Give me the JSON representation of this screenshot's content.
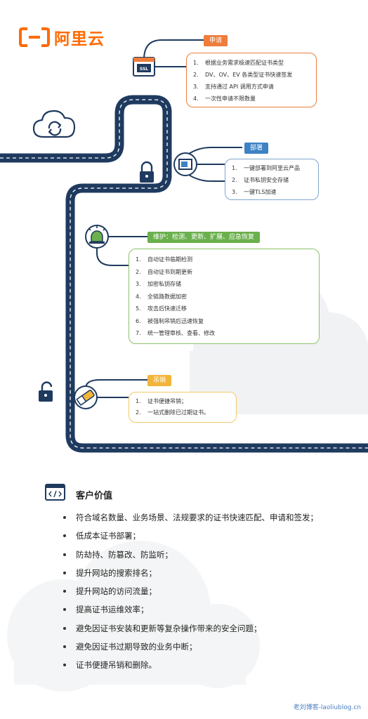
{
  "brand": {
    "logo_text": "阿里云"
  },
  "steps": {
    "apply": {
      "tag": "申请",
      "tag_color": "#ef7d3c",
      "border_color": "#ef7d3c",
      "items": [
        {
          "num": "1.",
          "text": "根据业务需求极速匹配证书类型"
        },
        {
          "num": "2.",
          "text": "DV、OV、EV 各类型证书快速签发"
        },
        {
          "num": "3.",
          "text": "支持通过 API 调用方式申请"
        },
        {
          "num": "4.",
          "text": "一次性申请不限数量"
        }
      ]
    },
    "deploy": {
      "tag": "部署",
      "tag_color": "#3d82c4",
      "border_color": "#7fa6cf",
      "items": [
        {
          "num": "1.",
          "text": "一键部署到阿里云产品"
        },
        {
          "num": "2.",
          "text": "证书私钥安全存储"
        },
        {
          "num": "3.",
          "text": "一键TLS加速"
        }
      ]
    },
    "maintain": {
      "tag": "维护：检测、更新、扩展、应急恢复",
      "tag_color": "#6ab04c",
      "border_color": "#8cc26a",
      "items": [
        {
          "num": "1.",
          "text": "自动证书临期检测"
        },
        {
          "num": "2.",
          "text": "自动证书到期更新"
        },
        {
          "num": "3.",
          "text": "加密私钥存储"
        },
        {
          "num": "4.",
          "text": "全链路数据加密"
        },
        {
          "num": "5.",
          "text": "攻击后快速迁移"
        },
        {
          "num": "6.",
          "text": "被强制吊销后迅速恢复"
        },
        {
          "num": "7.",
          "text": "统一管理审核、查看、修改"
        }
      ]
    },
    "revoke": {
      "tag": "吊销",
      "tag_color": "#f2b53a",
      "border_color": "#f2c96a",
      "items": [
        {
          "num": "1.",
          "text": "证书便捷吊销；"
        },
        {
          "num": "2.",
          "text": "一站式删除已过期证书。"
        }
      ]
    }
  },
  "icons": {
    "ssl_badge": "SSL",
    "ssl_icon": "ssl-certificate-icon",
    "cloud_icon": "cloud-sync-icon",
    "lock_icon": "lock-icon",
    "certificate_icon": "certificate-icon",
    "monitor_icon": "alarm-light-icon",
    "unlock_icon": "unlock-icon",
    "eraser_icon": "eraser-icon",
    "code_icon": "code-window-icon"
  },
  "colors": {
    "road": "#1f3a5f",
    "brand_orange": "#ff6a00",
    "icon_navy": "#1f3a5f"
  },
  "customer_value": {
    "title": "客户价值",
    "items": [
      "符合域名数量、业务场景、法规要求的证书快速匹配、申请和签发；",
      "低成本证书部署；",
      "防劫持、防篡改、防监听；",
      "提升网站的搜索排名；",
      "提升网站的访问流量；",
      "提高证书运维效率；",
      "避免因证书安装和更新等复杂操作带来的安全问题；",
      "避免因证书过期导致的业务中断；",
      "证书便捷吊销和删除。"
    ]
  },
  "footer": {
    "watermark": "老刘博客-laoliublog.cn"
  }
}
